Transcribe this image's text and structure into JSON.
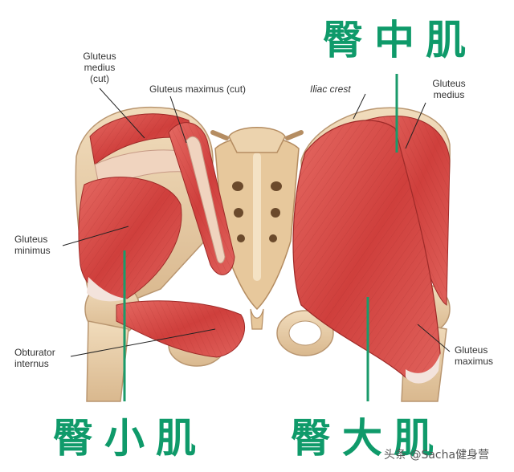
{
  "labels": {
    "gluteus_medius_cut": [
      "Gluteus",
      "medius",
      "(cut)"
    ],
    "gluteus_maximus_cut": "Gluteus maximus (cut)",
    "iliac_crest": "Iliac crest",
    "gluteus_medius_right": [
      "Gluteus",
      "medius"
    ],
    "gluteus_minimus": [
      "Gluteus",
      "minimus"
    ],
    "obturator_internus": [
      "Obturator",
      "internus"
    ],
    "gluteus_maximus_right": [
      "Gluteus",
      "maximus"
    ]
  },
  "chinese": {
    "gluteus_medius": "臀中肌",
    "gluteus_minimus": "臀小肌",
    "gluteus_maximus": "臀大肌"
  },
  "watermark": "头条 @Sacha健身营",
  "colors": {
    "accent_green": "#0f9a6a",
    "muscle_red": "#d9534f",
    "bone": "#e8cfa8"
  }
}
